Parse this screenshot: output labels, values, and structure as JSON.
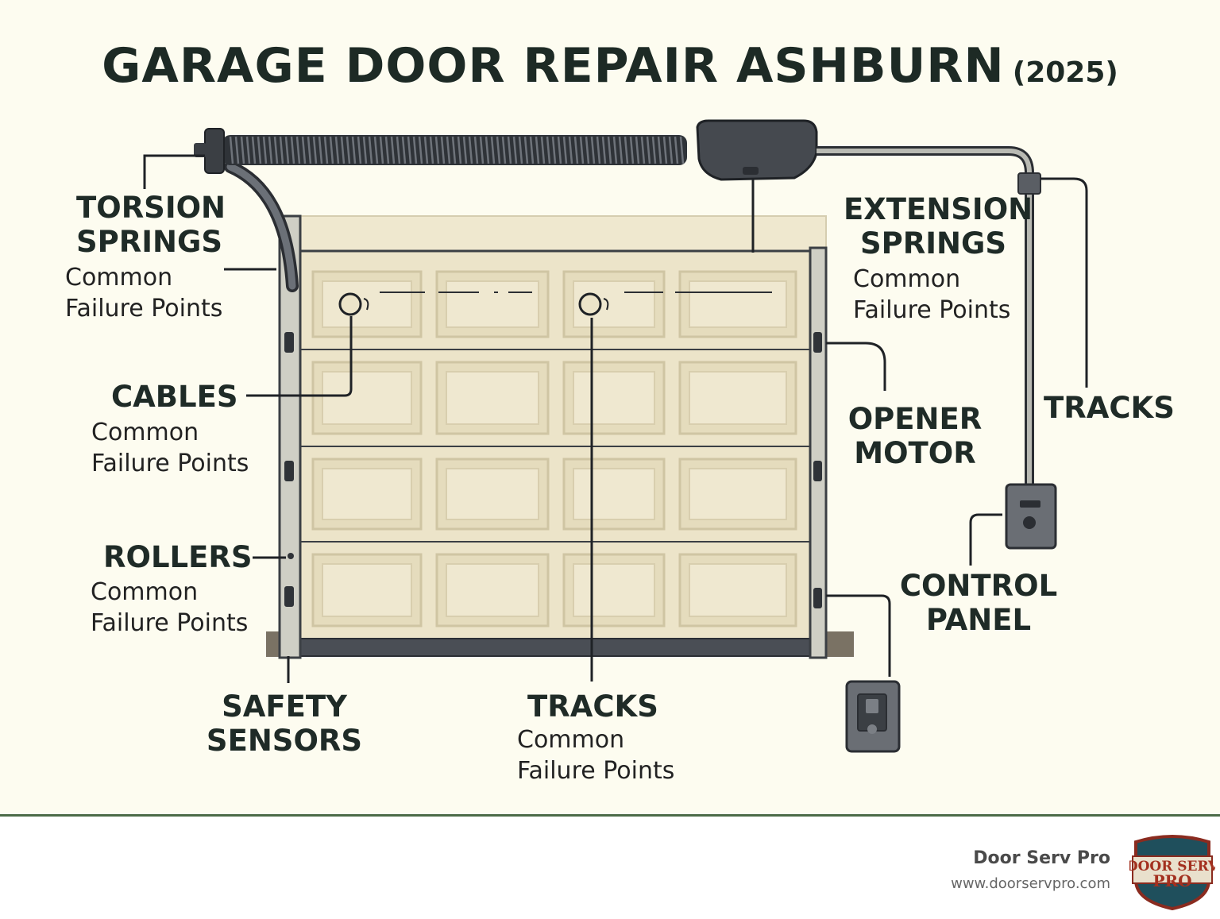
{
  "title": {
    "main": "GARAGE DOOR REPAIR ASHBURN",
    "year": "(2025)"
  },
  "labels": {
    "torsion": {
      "line1": "TORSION",
      "line2": "SPRINGS",
      "sub1": "Common",
      "sub2": "Failure Points"
    },
    "cables": {
      "line1": "CABLES",
      "sub1": "Common",
      "sub2": "Failure Points"
    },
    "rollers": {
      "line1": "ROLLERS",
      "sub1": "Common",
      "sub2": "Failure Points"
    },
    "safety": {
      "line1": "SAFETY",
      "line2": "SENSORS"
    },
    "tracks_bottom": {
      "line1": "TRACKS",
      "sub1": "Common",
      "sub2": "Failure Points"
    },
    "extension": {
      "line1": "EXTENSION",
      "line2": "SPRINGS",
      "sub1": "Common",
      "sub2": "Failure Points"
    },
    "opener": {
      "line1": "OPENER",
      "line2": "MOTOR"
    },
    "tracks_right": {
      "line1": "TRACKS"
    },
    "control": {
      "line1": "CONTROL",
      "line2": "PANEL"
    }
  },
  "footer": {
    "brand": "Door Serv Pro",
    "url": "www.doorservpro.com",
    "logo": {
      "top": "DOOR SERV",
      "bottom": "PRO"
    }
  },
  "colors": {
    "background": "#fdfcf0",
    "door_panel": "#ece4c9",
    "track_gray": "#c9c9bf",
    "dark_metal": "#3b3f44",
    "footer_rule": "#4c6b48"
  }
}
